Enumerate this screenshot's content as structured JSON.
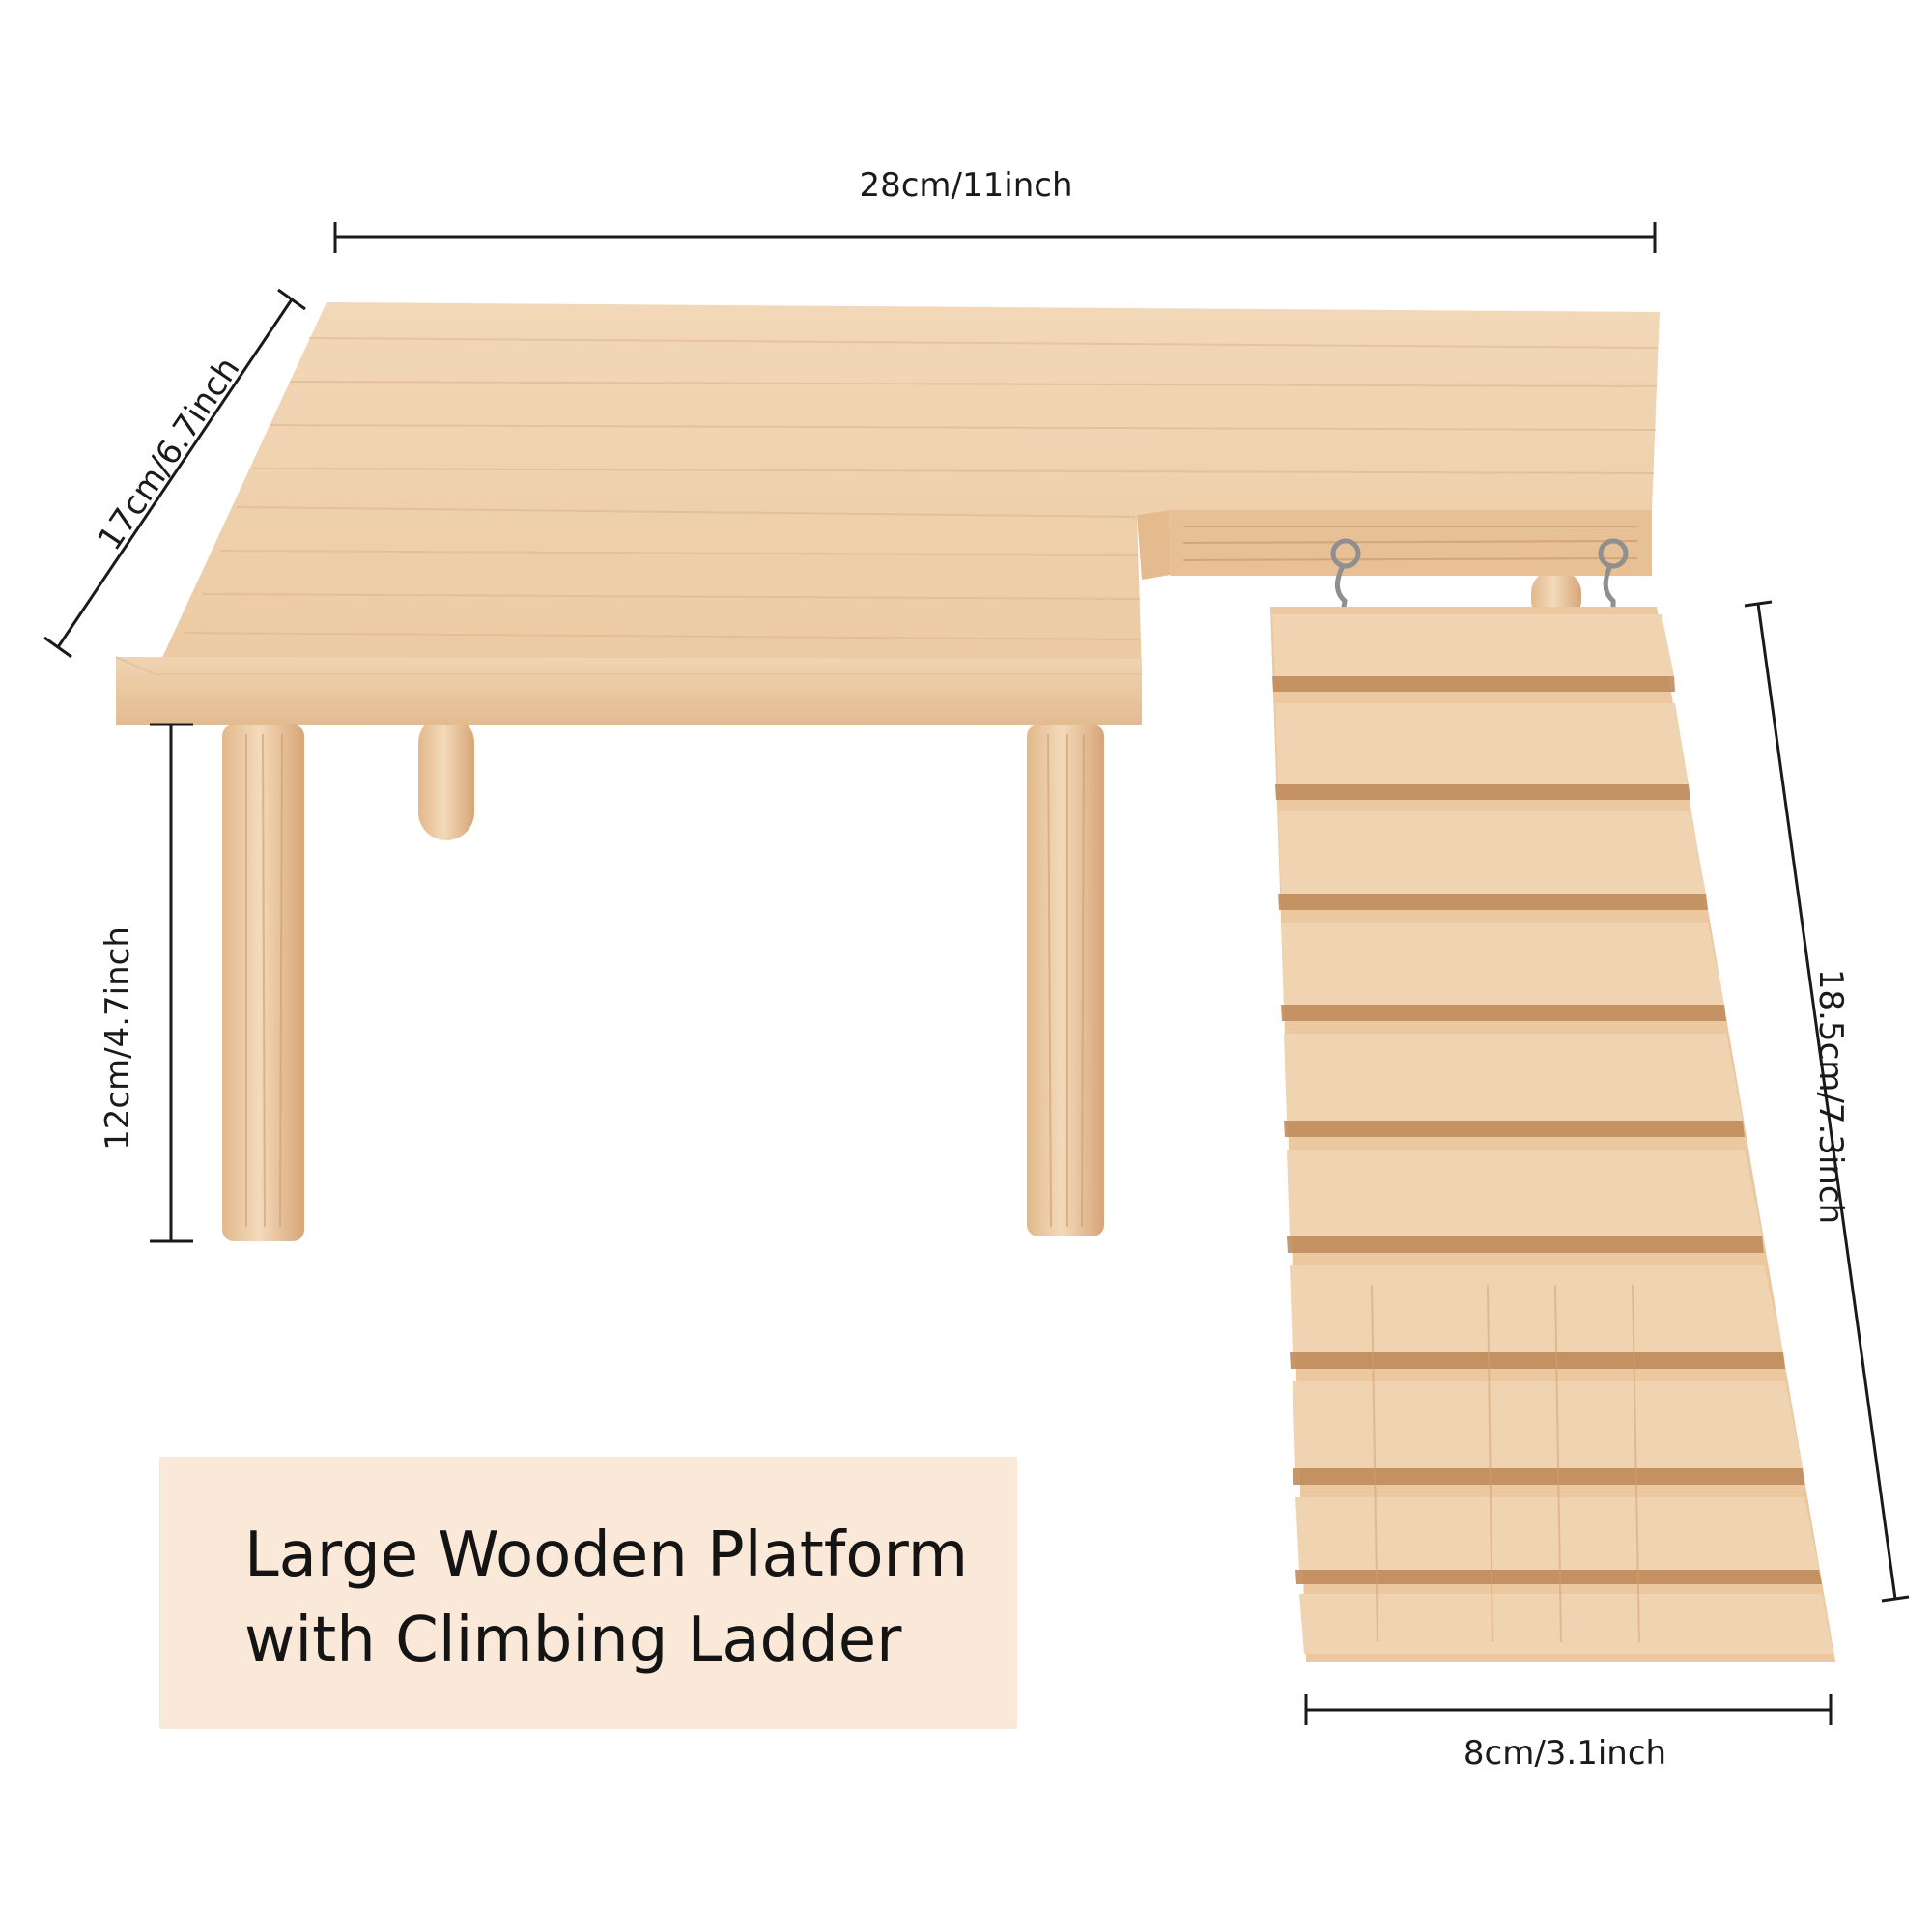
{
  "product": {
    "caption_line1": "Large Wooden Platform",
    "caption_line2": "with Climbing Ladder"
  },
  "dimensions": {
    "width": "28cm/11inch",
    "depth": "17cm/6.7inch",
    "height": "12cm/4.7inch",
    "ladder_length": "18.5cm/7.3inch",
    "ladder_width": "8cm/3.1inch"
  },
  "colors": {
    "wood_light": "#efd1ae",
    "wood_mid": "#e4b98c",
    "wood_dark": "#c99566",
    "caption_bg": "#fae8d8",
    "line": "#1a1a1a"
  }
}
